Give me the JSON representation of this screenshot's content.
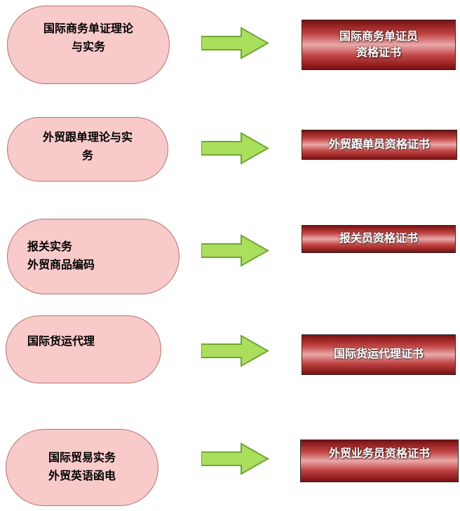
{
  "flow": {
    "rows": [
      {
        "course": "国际商务单证理论\n与实务",
        "certificate": "国际商务单证员\n资格证书"
      },
      {
        "course": "外贸跟单理论与实\n务",
        "certificate": "外贸跟单员资格证书"
      },
      {
        "course": "报关实务\n外贸商品编码",
        "certificate": "报关员资格证书"
      },
      {
        "course": "国际货运代理",
        "certificate": "国际货运代理证书"
      },
      {
        "course": "国际贸易实务\n外贸英语函电",
        "certificate": "外贸业务员资格证书"
      }
    ],
    "colors": {
      "pill_fill": "#f8caca",
      "pill_border": "#b97070",
      "bar_gradient_dark": "#7a0f0f",
      "bar_gradient_light": "#e9a9a9",
      "bar_text": "#ffffff",
      "arrow_fill": "#aade5c",
      "arrow_border": "#6fa636"
    }
  }
}
